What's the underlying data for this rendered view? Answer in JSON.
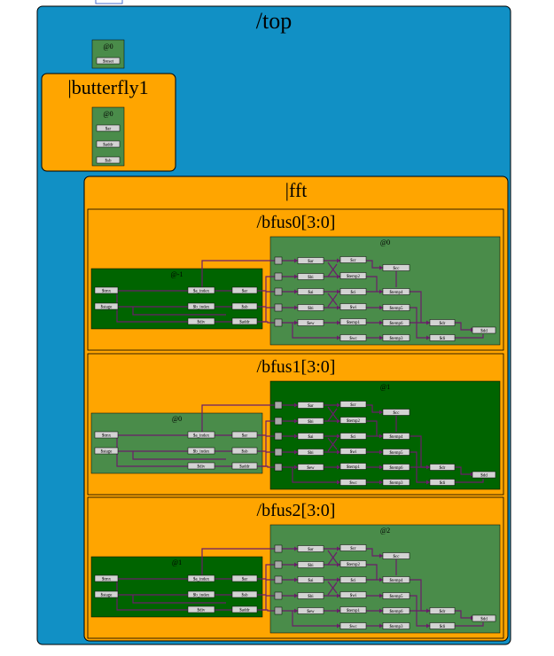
{
  "top": {
    "label": "/top",
    "stage": "@0",
    "signal": "$reset"
  },
  "butterfly": {
    "label": "|butterfly1",
    "stage": "@0",
    "signals": [
      "$ar",
      "$addr",
      "$sb"
    ]
  },
  "fft": {
    "label": "|fft"
  },
  "bfus": [
    {
      "label": "/bfus0[3:0]",
      "left": {
        "stage": "@-1",
        "col1": [
          "$tmx",
          "$stage"
        ],
        "col2": [
          "$a_index",
          "$b_index",
          "$div"
        ],
        "col3": [
          "$ar",
          "$sb",
          "$addr"
        ]
      },
      "right": {
        "stage": "@0",
        "c1": [
          "$ar",
          "$bi",
          "$ai",
          "$bi",
          "$ew"
        ],
        "c2": [
          "$cr",
          "$temp2",
          "$ci",
          "$wi",
          "$temp1",
          "$wc"
        ],
        "c3": [
          "$cc",
          "$temp4",
          "$temp5",
          "$temp6",
          "$temp3"
        ],
        "c4": [
          "$dr",
          "$di"
        ],
        "c5": [
          "$dd"
        ]
      }
    },
    {
      "label": "/bfus1[3:0]",
      "left": {
        "stage": "@0",
        "col1": [
          "$tmx",
          "$stage"
        ],
        "col2": [
          "$a_index",
          "$b_index",
          "$div"
        ],
        "col3": [
          "$ar",
          "$sb",
          "$addr"
        ]
      },
      "right": {
        "stage": "@1",
        "c1": [
          "$ar",
          "$bi",
          "$ai",
          "$bi",
          "$ew"
        ],
        "c2": [
          "$cr",
          "$temp2",
          "$ci",
          "$wi",
          "$temp1",
          "$wc"
        ],
        "c3": [
          "$cc",
          "$temp4",
          "$temp5",
          "$temp6",
          "$temp3"
        ],
        "c4": [
          "$dr",
          "$di"
        ],
        "c5": [
          "$dd"
        ]
      }
    },
    {
      "label": "/bfus2[3:0]",
      "left": {
        "stage": "@1",
        "col1": [
          "$tmx",
          "$stage"
        ],
        "col2": [
          "$a_index",
          "$b_index",
          "$div"
        ],
        "col3": [
          "$ar",
          "$sb",
          "$addr"
        ]
      },
      "right": {
        "stage": "@2",
        "c1": [
          "$ar",
          "$bi",
          "$ai",
          "$bi",
          "$ew"
        ],
        "c2": [
          "$cr",
          "$temp2",
          "$ci",
          "$wi",
          "$temp1",
          "$wc"
        ],
        "c3": [
          "$cc",
          "$temp4",
          "$temp5",
          "$temp6",
          "$temp3"
        ],
        "c4": [
          "$dr",
          "$di"
        ],
        "c5": [
          "$dd"
        ]
      }
    }
  ],
  "colors": {
    "top_bg": "#1190c5",
    "orange": "#ffa500",
    "dark_green": "#006400",
    "light_green": "#4a8c4a",
    "wire": "#6b1d6b",
    "signal_box": "#d3d3d3"
  }
}
